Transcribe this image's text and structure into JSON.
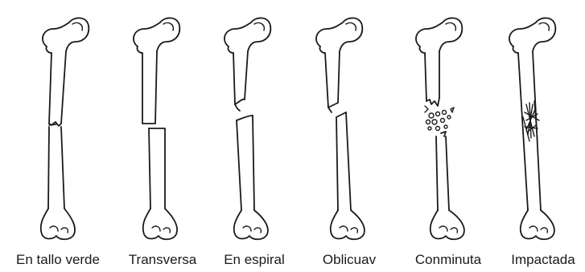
{
  "figure": {
    "type": "fracture-types-diagram",
    "stroke_color": "#1a1a1a",
    "background": "#ffffff",
    "fractures": [
      {
        "id": "greenstick",
        "label": "En tallo verde"
      },
      {
        "id": "transverse",
        "label": "Transversa"
      },
      {
        "id": "spiral",
        "label": "En espiral"
      },
      {
        "id": "oblique",
        "label": "Oblicuav"
      },
      {
        "id": "comminuted",
        "label": "Conminuta"
      },
      {
        "id": "impacted",
        "label": "Impactada"
      }
    ]
  }
}
